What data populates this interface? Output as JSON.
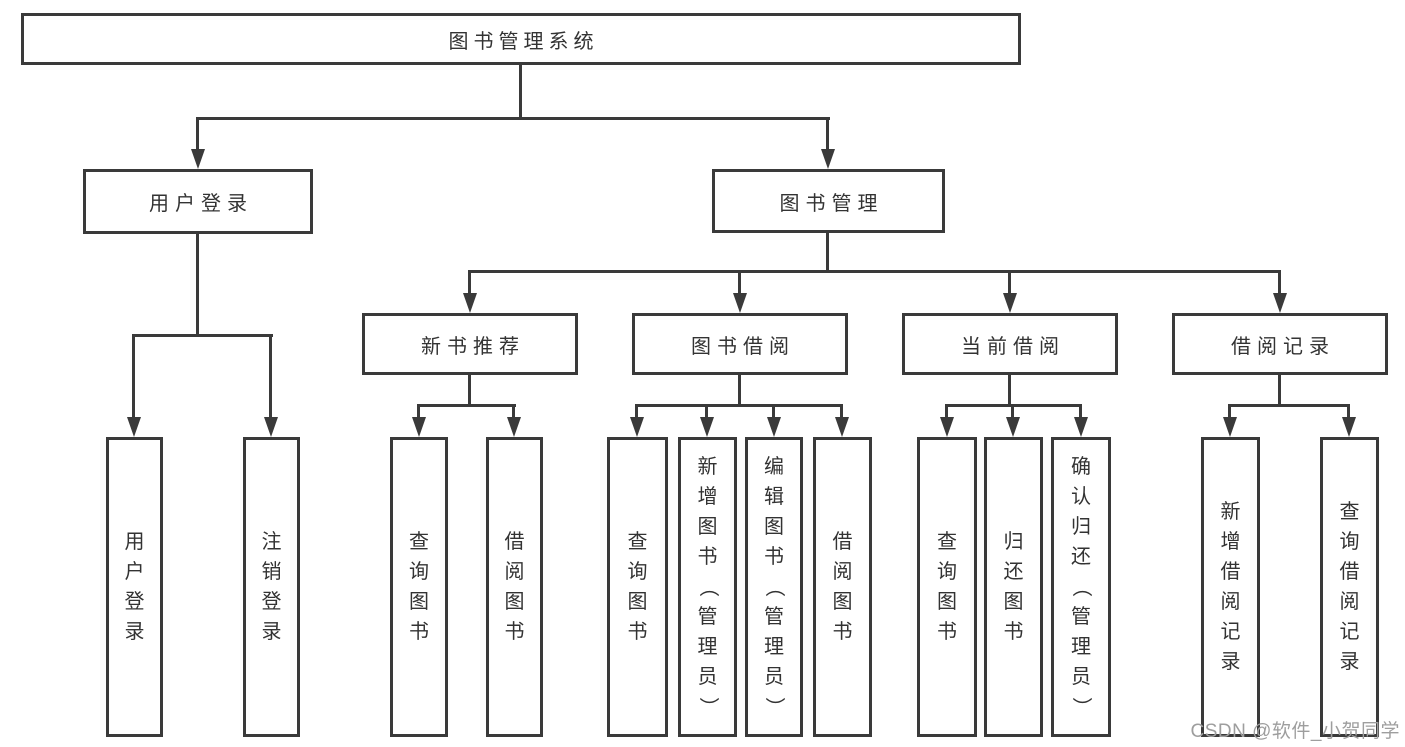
{
  "colors": {
    "line": "#3a3a3a",
    "text": "#333333",
    "box_background": "#ffffff",
    "watermark": "#9e9e9e"
  },
  "tree": {
    "root": {
      "label": "图书管理系统"
    },
    "branches": [
      {
        "label": "用户登录",
        "children": [
          {
            "label": "用户登录"
          },
          {
            "label": "注销登录"
          }
        ]
      },
      {
        "label": "图书管理",
        "children": [
          {
            "label": "新书推荐",
            "children": [
              {
                "label": "查询图书"
              },
              {
                "label": "借阅图书"
              }
            ]
          },
          {
            "label": "图书借阅",
            "children": [
              {
                "label": "查询图书"
              },
              {
                "label": "新增图书（管理员）"
              },
              {
                "label": "编辑图书（管理员）"
              },
              {
                "label": "借阅图书"
              }
            ]
          },
          {
            "label": "当前借阅",
            "children": [
              {
                "label": "查询图书"
              },
              {
                "label": "归还图书"
              },
              {
                "label": "确认归还（管理员）"
              }
            ]
          },
          {
            "label": "借阅记录",
            "children": [
              {
                "label": "新增借阅记录"
              },
              {
                "label": "查询借阅记录"
              }
            ]
          }
        ]
      }
    ]
  },
  "watermark": {
    "text": "CSDN @软件_小贺同学"
  }
}
